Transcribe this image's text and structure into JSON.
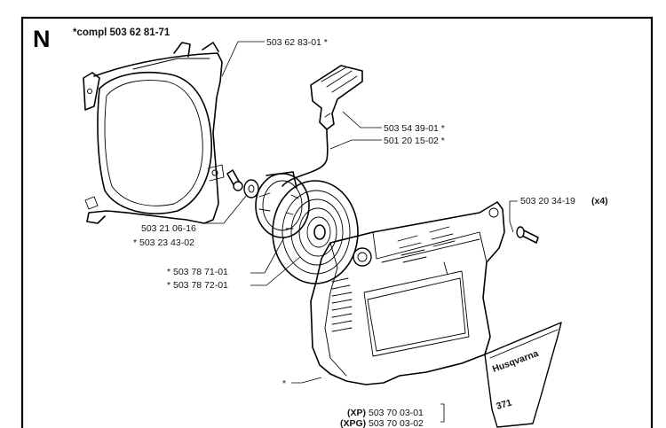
{
  "section_letter": "N",
  "assembly_note": "*compl 503 62 81-71",
  "parts": {
    "starter_housing": "503 62 83-01 *",
    "handle": "503 54 39-01 *",
    "cord": "501 20 15-02 *",
    "screw_a": "503 20 34-19",
    "screw_a_qty": "(x4)",
    "center_screw": "503 21 06-16",
    "washer": "* 503 23 43-02",
    "pulley": "* 503 78 71-01",
    "spring": "* 503 78 72-01",
    "cover_asterisk": "*",
    "decal_xp_tag": "(XP)",
    "decal_xp_no": "503 70 03-01",
    "decal_xpg_tag": "(XPG)",
    "decal_xpg_no": "503 70 03-02"
  },
  "decal": {
    "brand": "Husqvarna",
    "model": "371"
  }
}
